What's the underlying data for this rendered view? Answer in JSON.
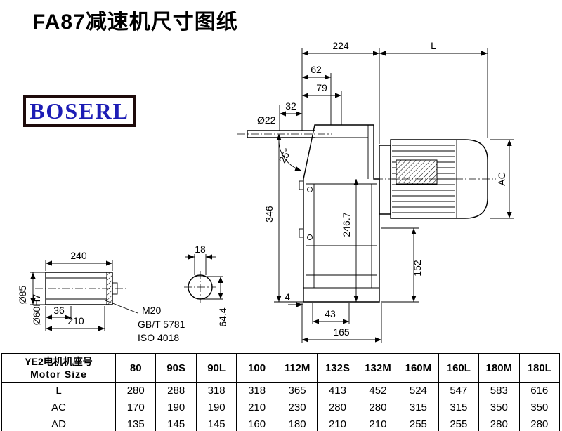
{
  "title": "FA87减速机尺寸图纸",
  "logo": "BOSERL",
  "drawing": {
    "d224": "224",
    "dL": "L",
    "d62": "62",
    "d79": "79",
    "d32": "32",
    "d22": "Ø22",
    "a25": "25°",
    "d346": "346",
    "d2467": "246.7",
    "dAC": "AC",
    "d152": "152",
    "d4": "4",
    "d43": "43",
    "d165": "165",
    "d240": "240",
    "d85": "Ø85",
    "d60": "Ø60H7",
    "d36": "36",
    "d210": "210",
    "d18": "18",
    "d644": "64.4",
    "m20": "M20",
    "gbt": "GB/T 5781",
    "iso": "ISO 4018"
  },
  "table": {
    "header_label_cn": "YE2电机机座号",
    "header_label_en": "Motor Size",
    "header": [
      "80",
      "90S",
      "90L",
      "100",
      "112M",
      "132S",
      "132M",
      "160M",
      "160L",
      "180M",
      "180L"
    ],
    "rows": [
      {
        "label": "L",
        "values": [
          "280",
          "288",
          "318",
          "318",
          "365",
          "413",
          "452",
          "524",
          "547",
          "583",
          "616"
        ]
      },
      {
        "label": "AC",
        "values": [
          "170",
          "190",
          "190",
          "210",
          "230",
          "280",
          "280",
          "315",
          "315",
          "350",
          "350"
        ]
      },
      {
        "label": "AD",
        "values": [
          "135",
          "145",
          "145",
          "160",
          "180",
          "210",
          "210",
          "255",
          "255",
          "280",
          "280"
        ]
      }
    ]
  }
}
